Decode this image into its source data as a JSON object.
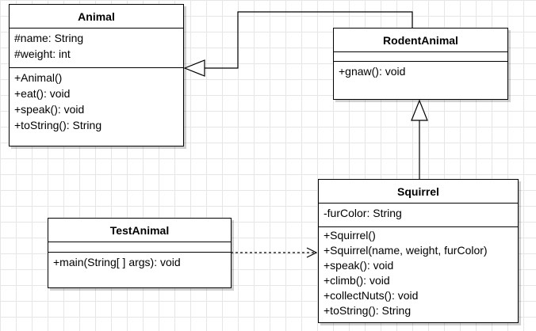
{
  "classes": {
    "animal": {
      "name": "Animal",
      "attributes": [
        "#name: String",
        "#weight: int"
      ],
      "methods": [
        "+Animal()",
        "+eat(): void",
        "+speak(): void",
        "+toString(): String"
      ]
    },
    "rodent": {
      "name": "RodentAnimal",
      "attributes": [],
      "methods": [
        "+gnaw(): void"
      ]
    },
    "squirrel": {
      "name": "Squirrel",
      "attributes": [
        "-furColor: String"
      ],
      "methods": [
        "+Squirrel()",
        "+Squirrel(name, weight, furColor)",
        "+speak(): void",
        "+climb(): void",
        "+collectNuts(): void",
        "+toString(): String"
      ]
    },
    "testanimal": {
      "name": "TestAnimal",
      "attributes": [],
      "methods": [
        "+main(String[ ] args): void"
      ]
    }
  },
  "relations": [
    {
      "type": "generalization",
      "from": "RodentAnimal",
      "to": "Animal"
    },
    {
      "type": "generalization",
      "from": "Squirrel",
      "to": "RodentAnimal"
    },
    {
      "type": "dependency",
      "from": "TestAnimal",
      "to": "Squirrel"
    }
  ]
}
